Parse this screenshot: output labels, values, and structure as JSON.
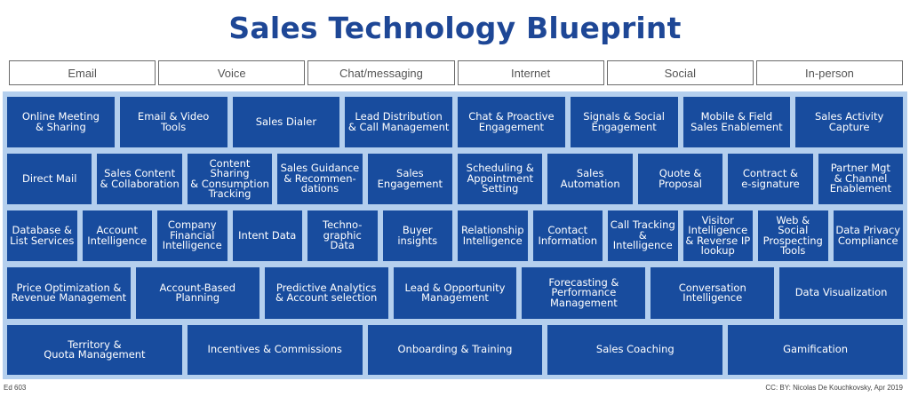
{
  "title": "Sales Technology Blueprint",
  "channels": [
    "Email",
    "Voice",
    "Chat/messaging",
    "Internet",
    "Social",
    "In-person"
  ],
  "rows": [
    [
      "Online Meeting\n& Sharing",
      "Email & Video\nTools",
      "Sales Dialer",
      "Lead Distribution\n& Call Management",
      "Chat & Proactive\nEngagement",
      "Signals & Social\nEngagement",
      "Mobile & Field\nSales Enablement",
      "Sales Activity\nCapture"
    ],
    [
      "Direct Mail",
      "Sales Content\n& Collaboration",
      "Content Sharing\n& Consumption\nTracking",
      "Sales Guidance\n& Recommen-\ndations",
      "Sales\nEngagement",
      "Scheduling &\nAppointment\nSetting",
      "Sales\nAutomation",
      "Quote &\nProposal",
      "Contract &\ne-signature",
      "Partner Mgt\n& Channel\nEnablement"
    ],
    [
      "Database &\nList Services",
      "Account\nIntelligence",
      "Company\nFinancial\nIntelligence",
      "Intent Data",
      "Techno-\ngraphic\nData",
      "Buyer\ninsights",
      "Relationship\nIntelligence",
      "Contact\nInformation",
      "Call Tracking\n& Intelligence",
      "Visitor\nIntelligence\n& Reverse IP\nlookup",
      "Web & Social\nProspecting\nTools",
      "Data Privacy\nCompliance"
    ],
    [
      "Price Optimization &\nRevenue Management",
      "Account-Based\nPlanning",
      "Predictive Analytics\n& Account selection",
      "Lead & Opportunity\nManagement",
      "Forecasting &\nPerformance\nManagement",
      "Conversation\nIntelligence",
      "Data Visualization"
    ],
    [
      "Territory &\nQuota Management",
      "Incentives & Commissions",
      "Onboarding & Training",
      "Sales Coaching",
      "Gamification"
    ]
  ],
  "footer": {
    "left": "Ed 603",
    "right": "CC: BY: Nicolas De Kouchkovsky, Apr 2019"
  },
  "colors": {
    "title": "#1e4796",
    "box": "#184c9e",
    "panel": "#b4cfee"
  }
}
